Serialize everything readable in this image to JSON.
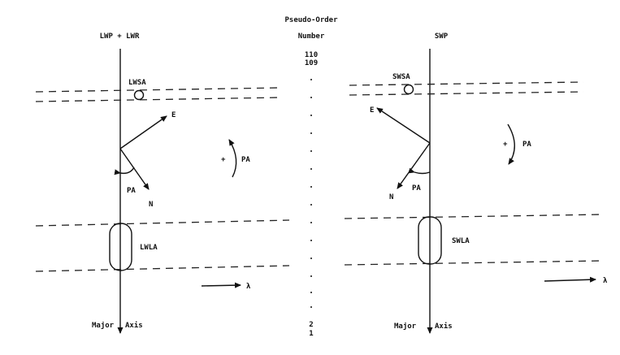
{
  "header": {
    "title_line1": "Pseudo-Order",
    "title_line2": "Number"
  },
  "order_numbers": {
    "top_high": "110",
    "top_next": "109",
    "bottom_high": "2",
    "bottom_low": "1"
  },
  "left_panel": {
    "camera_label": "LWP + LWR",
    "small_aperture_label": "LWSA",
    "large_aperture_label": "LWLA",
    "east_label": "E",
    "north_label": "N",
    "pa_angle_label": "PA",
    "pa_rotation_sign": "+",
    "pa_rotation_label": "PA",
    "wavelength_label": "λ",
    "axis_label_left": "Major",
    "axis_label_right": "Axis"
  },
  "right_panel": {
    "camera_label": "SWP",
    "small_aperture_label": "SWSA",
    "large_aperture_label": "SWLA",
    "east_label": "E",
    "north_label": "N",
    "pa_angle_label": "PA",
    "pa_rotation_sign": "+",
    "pa_rotation_label": "PA",
    "wavelength_label": "λ",
    "axis_label_left": "Major",
    "axis_label_right": "Axis"
  }
}
